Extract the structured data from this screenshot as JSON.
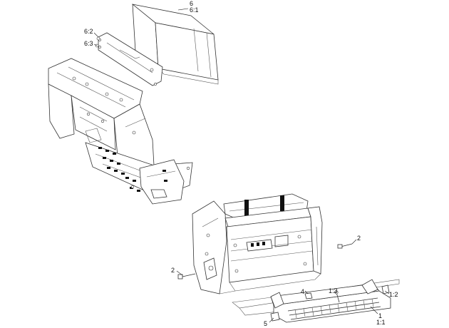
{
  "callouts": {
    "c6": "6",
    "c6_1": "6:1",
    "c6_2": "6:2",
    "c6_3": "6:3",
    "c2_right": "2",
    "c2_left": "2",
    "c4": "4",
    "c1_3": "1:3",
    "c1_2": "1:2",
    "c1": "1",
    "c1_1": "1:1",
    "c5": "5"
  }
}
